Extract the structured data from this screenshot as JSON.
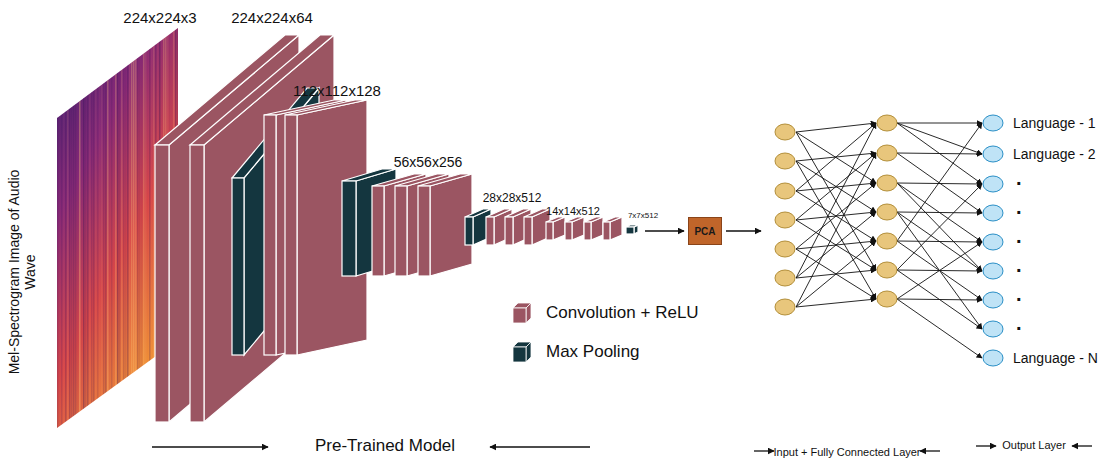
{
  "diagram": {
    "nodes": [
      {
        "text": [
          "PCA"
        ]
      }
    ],
    "labels": [
      "224x224x3",
      "Mel-Spectrogram Image of Audio Wave",
      "224x224x64",
      "112x112x128",
      "56x56x256",
      "28x28x512",
      "14x14x512",
      "7x7x512",
      "Pre-Trained Model",
      "Input + Fully Connected Layer",
      "Output Layer",
      "Language - 1",
      "Language - 2",
      ".",
      ".",
      ".",
      ".",
      ".",
      ".",
      "Language - N"
    ],
    "legend": [
      {
        "text": "Convolution + ReLU",
        "color": "#9b5562"
      },
      {
        "text": "Max Pooling",
        "color": "#14363f"
      }
    ]
  }
}
